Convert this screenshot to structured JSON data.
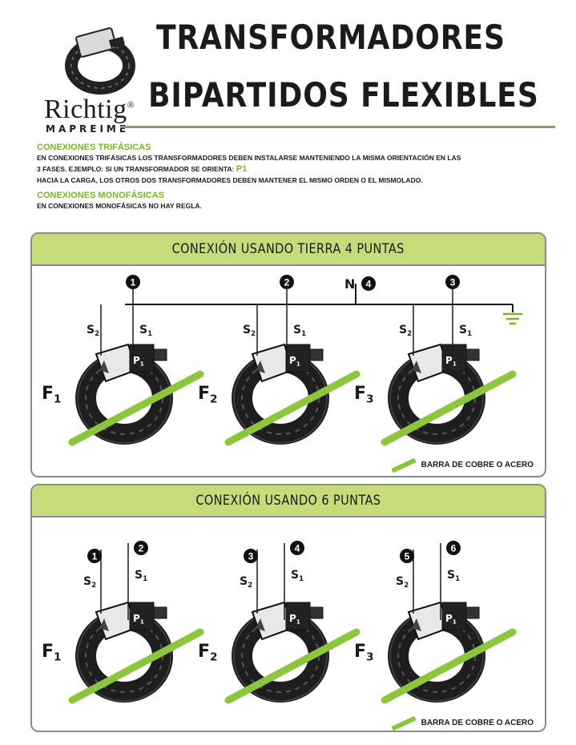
{
  "logo": {
    "brand": "Richtig",
    "registered": "®",
    "sub": "MAPREIME"
  },
  "title": {
    "line1": "TRANSFORMADORES",
    "line2": "BIPARTIDOS FLEXIBLES"
  },
  "notes": {
    "tri_heading": "CONEXIONES TRIFÁSICAS",
    "tri_text1": "EN CONEXIONES TRIFÁSICAS LOS TRANSFORMADORES DEBEN INSTALARSE MANTENIENDO LA MISMA ORIENTACIÓN EN LAS",
    "tri_text2": "3 FASES.  EJEMPLO: SI UN TRANSFORMADOR SE ORIENTA:",
    "tri_p1": "P1",
    "tri_text3": "HACIA LA CARGA, LOS OTROS DOS TRANSFORMADORES DEBEN MANTENER EL MISMO ORDEN O EL MISMOLADO.",
    "mono_heading": "CONEXIONES MONOFÁSICAS",
    "mono_text": "EN CONEXIONES MONOFÁSICAS NO HAY REGLA."
  },
  "panel1": {
    "title": "CONEXIÓN USANDO TIERRA 4 PUNTAS",
    "terminals": [
      "1",
      "2",
      "3"
    ],
    "neutral_label": "N",
    "neutral_num": "4",
    "phases": [
      "F1",
      "F2",
      "F3"
    ],
    "s2": "S2",
    "s1": "S1",
    "p1": "P1",
    "legend": "BARRA DE COBRE O ACERO"
  },
  "panel2": {
    "title": "CONEXIÓN USANDO 6 PUNTAS",
    "pairs": [
      [
        "1",
        "2"
      ],
      [
        "3",
        "4"
      ],
      [
        "5",
        "6"
      ]
    ],
    "phases": [
      "F1",
      "F2",
      "F3"
    ],
    "s2": "S2",
    "s1": "S1",
    "p1": "P1",
    "legend": "BARRA DE COBRE O ACERO"
  },
  "colors": {
    "accent_green": "#7db428",
    "panel_header": "#c6dc7a",
    "bar_green": "#8cc63f",
    "rule": "#8a9a5a"
  }
}
